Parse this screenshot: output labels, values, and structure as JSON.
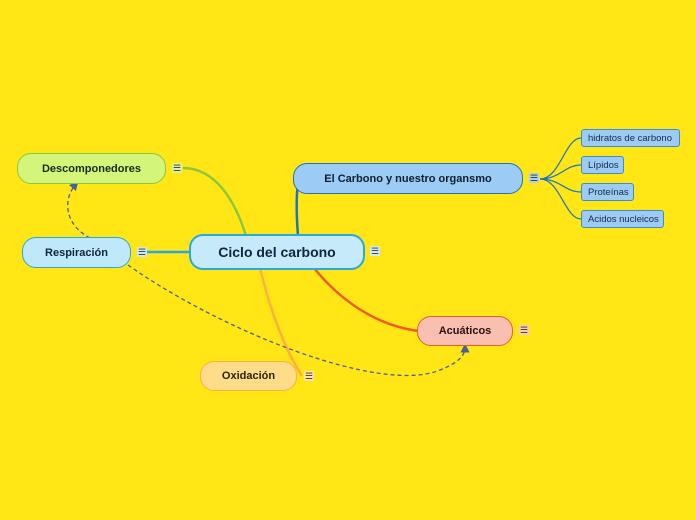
{
  "central": {
    "label": "Ciclo del carbono"
  },
  "topics": {
    "descomponedores": {
      "label": "Descomponedores"
    },
    "respiracion": {
      "label": "Respiración"
    },
    "oxidacion": {
      "label": "Oxidación"
    },
    "carbono_organismo": {
      "label": "El Carbono y nuestro organsmo"
    },
    "acuaticos": {
      "label": "Acuáticos"
    }
  },
  "subtopics": [
    {
      "label": "hidratos de carbono"
    },
    {
      "label": "Lípidos"
    },
    {
      "label": "Proteínas"
    },
    {
      "label": "Acidos nucleicos"
    }
  ],
  "menu_glyph": "☰",
  "colors": {
    "background": "#FFE614",
    "central": "#C7EAFB",
    "descomponedores": "#D2F57A",
    "respiracion": "#BFE8FB",
    "oxidacion": "#FFDC8A",
    "carbono_organismo": "#9CCBF5",
    "acuaticos": "#F9BFB0",
    "dashed_link": "#4A6099"
  }
}
